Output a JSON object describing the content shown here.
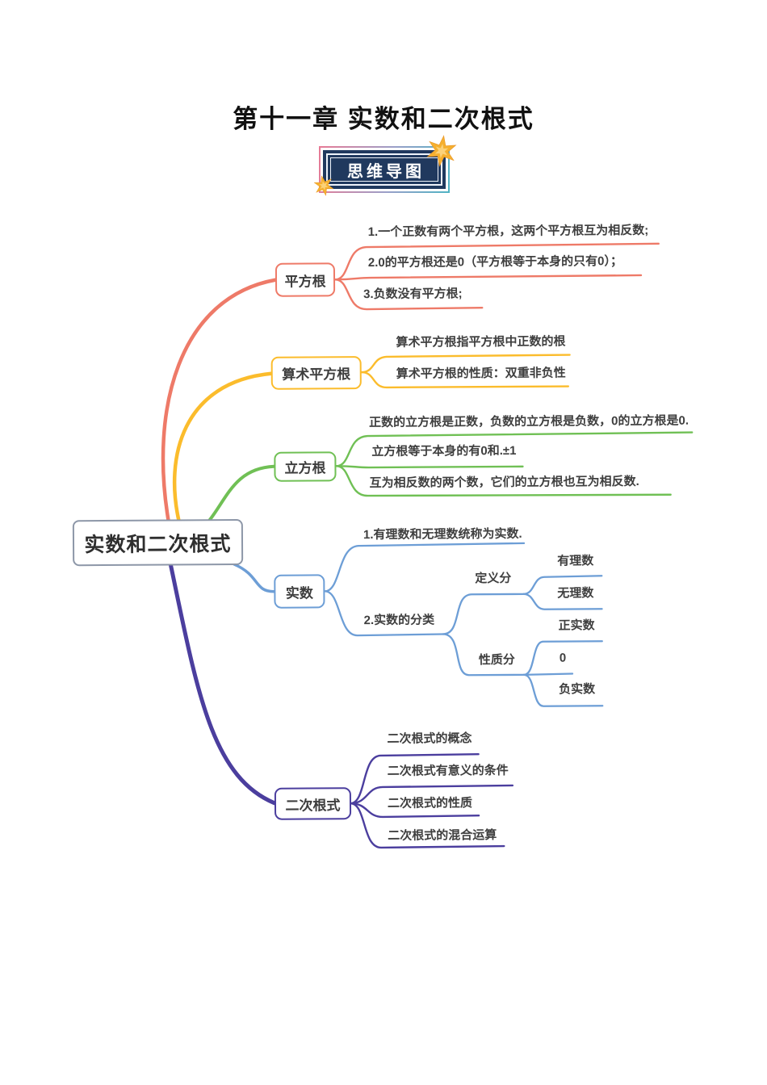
{
  "page": {
    "title": "第十一章 实数和二次根式"
  },
  "badge": {
    "label": "思维导图"
  },
  "icons": {
    "badge_decoration": "star-icon"
  },
  "colors": {
    "branch_red": "#ee7a68",
    "branch_yellow": "#fbbc2c",
    "branch_green": "#70c055",
    "branch_blue": "#6d9ed6",
    "branch_purple": "#4b3e9e",
    "root_border": "#8d97a8",
    "badge_background": "#20395e",
    "star": "#f5b02f"
  },
  "mindmap": {
    "root": "实数和二次根式",
    "branches": [
      {
        "label": "平方根",
        "color": "#ee7a68",
        "items": [
          "1.一个正数有两个平方根，这两个平方根互为相反数;",
          "2.0的平方根还是0（平方根等于本身的只有0）；",
          "3.负数没有平方根;"
        ]
      },
      {
        "label": "算术平方根",
        "color": "#fbbc2c",
        "items": [
          "算术平方根指平方根中正数的根",
          "算术平方根的性质：双重非负性"
        ]
      },
      {
        "label": "立方根",
        "color": "#70c055",
        "items": [
          "正数的立方根是正数，负数的立方根是负数，0的立方根是0.",
          "立方根等于本身的有0和.±1",
          "互为相反数的两个数，它们的立方根也互为相反数."
        ]
      },
      {
        "label": "实数",
        "color": "#6d9ed6",
        "items": [
          "1.有理数和无理数统称为实数.",
          "2.实数的分类"
        ],
        "classification": {
          "by_definition": {
            "label": "定义分",
            "children": [
              "有理数",
              "无理数"
            ]
          },
          "by_property": {
            "label": "性质分",
            "children": [
              "正实数",
              "0",
              "负实数"
            ]
          }
        }
      },
      {
        "label": "二次根式",
        "color": "#4b3e9e",
        "items": [
          "二次根式的概念",
          "二次根式有意义的条件",
          "二次根式的性质",
          "二次根式的混合运算"
        ]
      }
    ]
  }
}
